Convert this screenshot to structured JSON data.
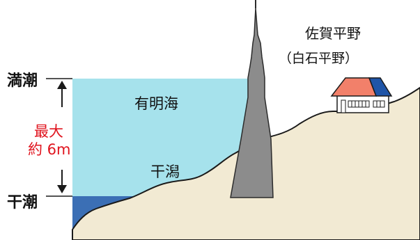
{
  "labels": {
    "high_tide": "満潮",
    "low_tide": "干潮",
    "max_range_line1": "最大",
    "max_range_line2": "約 6m",
    "sea_name": "有明海",
    "tidal_flat": "干潟",
    "plain_name": "佐賀平野",
    "plain_alias": "（白石平野）"
  },
  "colors": {
    "sea": "#a6e2ec",
    "sea_low": "#3b6fb5",
    "land": "#f2ead3",
    "outline": "#1a1a1a",
    "tower": "#8c8c8c",
    "roof_left": "#f2806a",
    "roof_right": "#1f55a8",
    "text_red": "#e0141e"
  },
  "tide_range_m": 6
}
